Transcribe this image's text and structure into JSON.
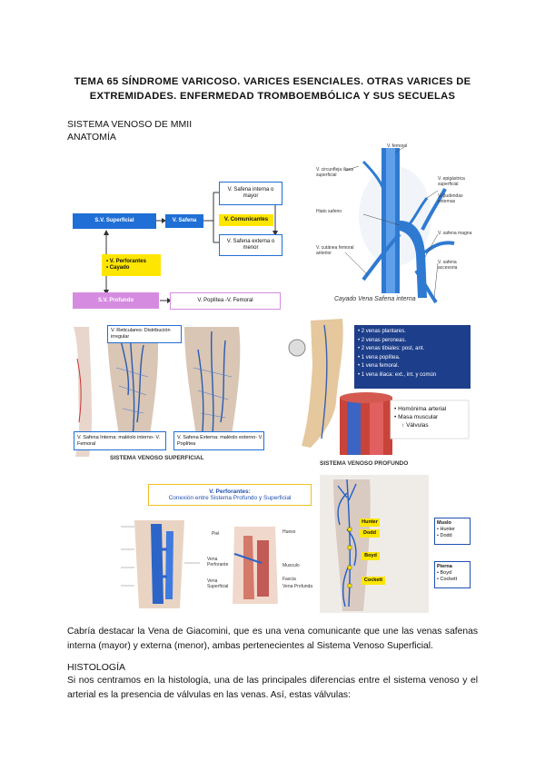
{
  "title": "TEMA 65 SÍNDROME VARICOSO. VARICES ESENCIALES. OTRAS VARICES DE EXTREMIDADES. ENFERMEDAD TROMBOEMBÓLICA Y SUS SECUELAS",
  "section": "SISTEMA VENOSO DE MMII",
  "subsection": "ANATOMÍA",
  "diagram": {
    "sv_superficial": "S.V. Superficial",
    "v_safena": "V. Safena",
    "safena_interna": "V. Safena interna o mayor",
    "comunicantes": "V. Comunicantes",
    "safena_externa": "V. Safena externa o menor",
    "perforantes": "V. Perforantes",
    "cayado": "Cayado",
    "sv_profundo": "S.V. Profundo",
    "poplitea": "V. Poplítea -V. Femoral"
  },
  "fig1": {
    "labels": [
      "V. femoral",
      "V. epigástrica superficial",
      "V. circunfleja iliaca superficial",
      "V. pudendas externas",
      "Hiato safeno",
      "V. safena magna",
      "V. cutánea femoral anterior",
      "V. safena accesoria"
    ],
    "caption": "Cayado Vena Safena interna"
  },
  "fig2": {
    "reticulares": "V. Reticulares: Distribución irregular",
    "interna": "V. Safena Interna: maléolo interno- V. Femoral",
    "externa": "V. Safena Externa: maléolo externo- V. Poplítea",
    "caption": "SISTEMA VENOSO SUPERFICIAL"
  },
  "fig3": {
    "list": [
      "2 venas plantares.",
      "2 venas peroneas.",
      "2 venas tibiales: post, ant.",
      "1 vena poplítea.",
      "1 vena femoral.",
      "1 vena ilíaca: ext., int. y común"
    ],
    "wall": [
      "Homónima arterial",
      "Masa muscular",
      "Válvulas"
    ],
    "caption": "SISTEMA VENOSO PROFUNDO"
  },
  "fig4": {
    "title": "V. Perforantes:",
    "subtitle": "Conexión entre Sistema Profundo y Superficial",
    "left_labels": [
      "Piel",
      "Vena Perforante",
      "Vena Superficial",
      "Hueso",
      "Musculo",
      "Fascia",
      "Vena Profunda"
    ],
    "right_labels": [
      "Hunter",
      "Dodd",
      "Boyd",
      "Cockett"
    ],
    "muslo": "Muslo",
    "muslo_items": [
      "Hunter",
      "Dodd"
    ],
    "pierna": "Pierna",
    "pierna_items": [
      "Boyd",
      "Cockett"
    ]
  },
  "para1": "Cabría destacar la Vena de Giacomini, que es una vena comunicante que une las venas safenas interna (mayor) y externa (menor), ambas pertenecientes al Sistema Venoso Superficial.",
  "histologia": "HISTOLOGÍA",
  "para2": "Si nos centramos en la histología, una de las principales diferencias entre el sistema venoso y el arterial es la presencia de válvulas en las venas. Así, estas válvulas:"
}
